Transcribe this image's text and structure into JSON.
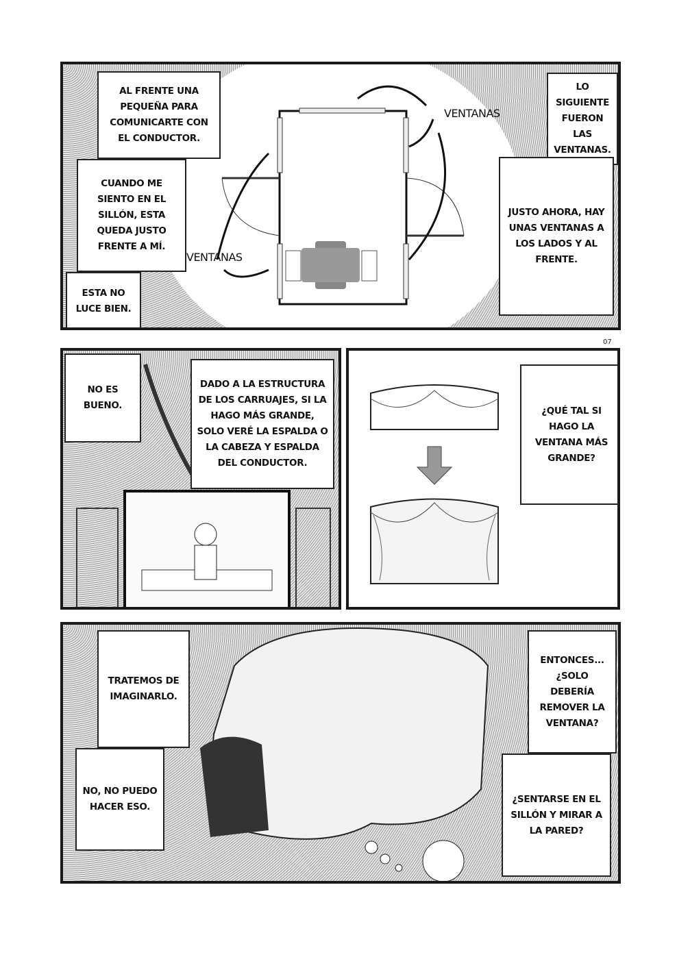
{
  "page_number": "07",
  "panel1": {
    "left_captions": [
      "AL FRENTE UNA PEQUEÑA PARA COMUNICARTE CON EL CONDUCTOR.",
      "CUANDO ME SIENTO EN EL SILLÓN, ESTA QUEDA JUSTO FRENTE A MÍ.",
      "ESTA NO LUCE BIEN."
    ],
    "right_captions": [
      "LO SIGUIENTE FUERON LAS VENTANAS.",
      "JUSTO AHORA, HAY UNAS VENTANAS A LOS LADOS Y AL FRENTE."
    ],
    "diagram_labels": [
      "VENTANAS",
      "VENTANAS"
    ]
  },
  "panel2": {
    "captions": [
      "NO ES BUENO.",
      "DADO A LA ESTRUCTURA DE LOS CARRUAJES, SI LA HAGO MÁS GRANDE, SOLO VERÉ LA ESPALDA O LA CABEZA Y ESPALDA DEL CONDUCTOR."
    ]
  },
  "panel3": {
    "captions": [
      "¿QUÉ TAL SI HAGO LA VENTANA MÁS GRANDE?"
    ]
  },
  "panel4": {
    "left_captions": [
      "TRATEMOS DE IMAGINARLO.",
      "NO, NO PUEDO HACER ESO."
    ],
    "right_captions": [
      "ENTONCES... ¿SOLO DEBERÍA REMOVER LA VENTANA?",
      "¿SENTARSE EN EL SILLÓN Y MIRAR A LA PARED?"
    ]
  }
}
